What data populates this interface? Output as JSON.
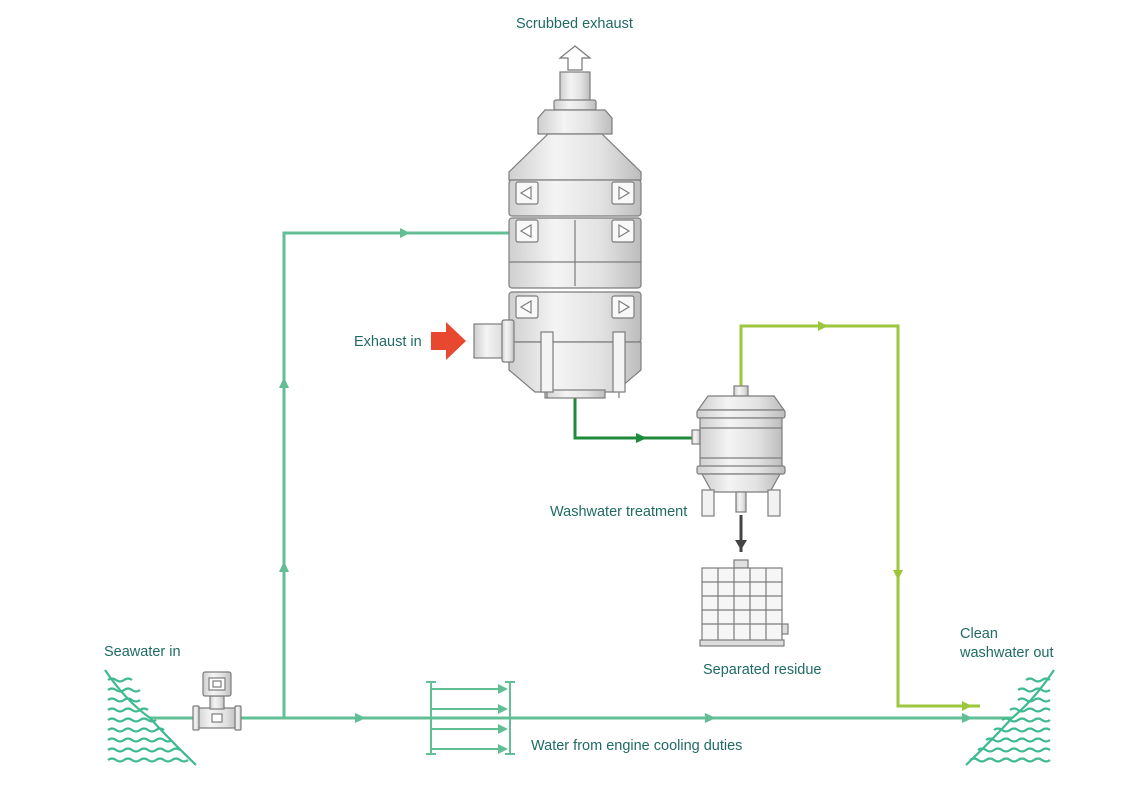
{
  "labels": {
    "scrubbed_exhaust": "Scrubbed exhaust",
    "exhaust_in": "Exhaust in",
    "washwater_treatment": "Washwater treatment",
    "separated_residue": "Separated residue",
    "seawater_in": "Seawater in",
    "clean_washwater_line1": "Clean",
    "clean_washwater_line2": "washwater out",
    "engine_cooling": "Water from engine cooling duties"
  },
  "colors": {
    "text": "#1f6b63",
    "seawater_line": "#62bf95",
    "clean_line": "#9cc63c",
    "washwater_line": "#1f8a3a",
    "residue_line": "#444444",
    "exhaust_in_arrow": "#e8482f",
    "vessel_fill": "#e6e6e6",
    "vessel_stroke": "#7d7d7d",
    "sea_waves": "#3dba8e"
  }
}
